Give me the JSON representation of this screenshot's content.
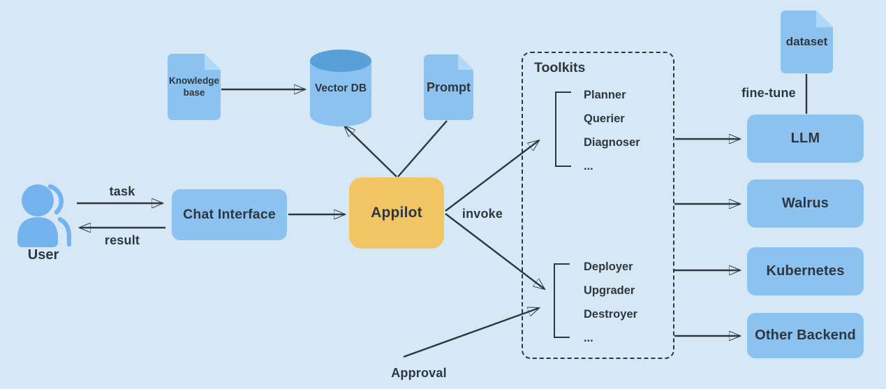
{
  "nodes": {
    "user": {
      "label": "User"
    },
    "chat_interface": {
      "label": "Chat Interface"
    },
    "appilot": {
      "label": "Appilot"
    },
    "knowledge_base": {
      "label": "Knowledge base"
    },
    "vector_db": {
      "label": "Vector DB"
    },
    "prompt": {
      "label": "Prompt"
    },
    "dataset": {
      "label": "dataset"
    },
    "llm": {
      "label": "LLM"
    },
    "walrus": {
      "label": "Walrus"
    },
    "kubernetes": {
      "label": "Kubernetes"
    },
    "other_backend": {
      "label": "Other Backend"
    }
  },
  "toolkits": {
    "title": "Toolkits",
    "group1": [
      "Planner",
      "Querier",
      "Diagnoser",
      "..."
    ],
    "group2": [
      "Deployer",
      "Upgrader",
      "Destroyer",
      "..."
    ]
  },
  "edge_labels": {
    "task": "task",
    "result": "result",
    "invoke": "invoke",
    "fine_tune": "fine-tune",
    "approval": "Approval"
  },
  "theme": {
    "background": "#d6e8f6",
    "ink": "#2f363e",
    "node_blue": "#8bc2f0",
    "doc_fold": "#b0d8f7",
    "cylinder_top": "#57a0d9",
    "appilot_orange": "#f1c464",
    "user_icon_blue": "#75b3f0"
  }
}
